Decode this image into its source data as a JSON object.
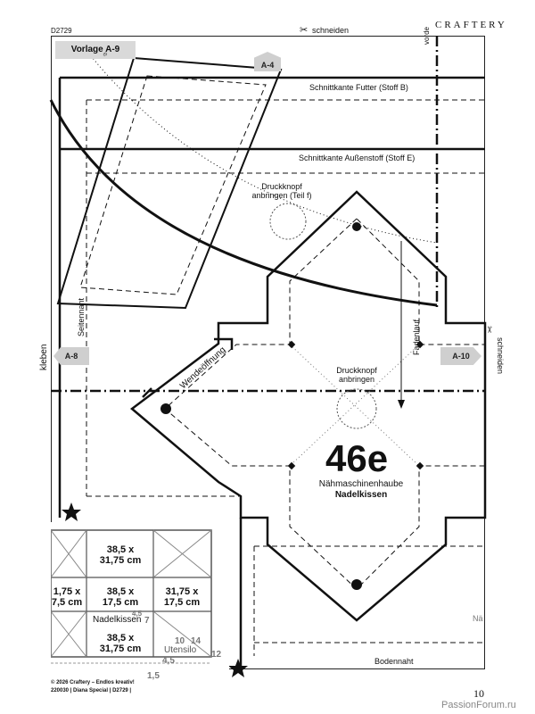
{
  "header": {
    "code": "D2729",
    "cut_label": "schneiden",
    "brand": "CRAFTERY",
    "template_label": "Vorlage A-9",
    "right_cut_label": "schneiden",
    "fold_label": "vorde"
  },
  "tags": {
    "top": "A-4",
    "left": "A-8",
    "right": "A-10"
  },
  "side_labels": {
    "glue": "kleben",
    "side_seam": "Seitennaht",
    "small_label": "e",
    "fadenlauf": "Fadenlauf",
    "wendeoeffnung": "Wendeöffnung"
  },
  "pattern": {
    "lining_edge": "Schnittkante Futter (Stoff B)",
    "outer_edge": "Schnittkante Außenstoff (Stoff E)",
    "snap_top": "Druckknopf\nanbringen (Teil f)",
    "snap_center": "Druckknopf\nanbringen",
    "number": "46e",
    "name": "Nähmaschinenhaube",
    "subname": "Nadelkissen",
    "bottom_seam": "Bodennaht",
    "cut_piece": "Nä"
  },
  "inset": {
    "cells": {
      "top": "38,5 x\n31,75 cm",
      "mid_left": "1,75 x\n7,5 cm",
      "center": "38,5 x\n17,5 cm",
      "mid_right": "31,75 x\n17,5 cm",
      "bottom": "38,5 x\n31,75 cm"
    },
    "label_nadelkissen": "Nadelkissen",
    "label_utensilo": "Utensilo",
    "dims": {
      "d45a": "4,5",
      "d7": "7",
      "d10": "10",
      "d14": "14",
      "d12": "12",
      "d45b": "4,5",
      "d15": "1,5"
    }
  },
  "footer": {
    "line1": "© 2026 Craftery – Endlos kreativ!",
    "line2": "220030 | Diana Special | D2729 |",
    "page": "10",
    "watermark": "PassionForum.ru"
  }
}
